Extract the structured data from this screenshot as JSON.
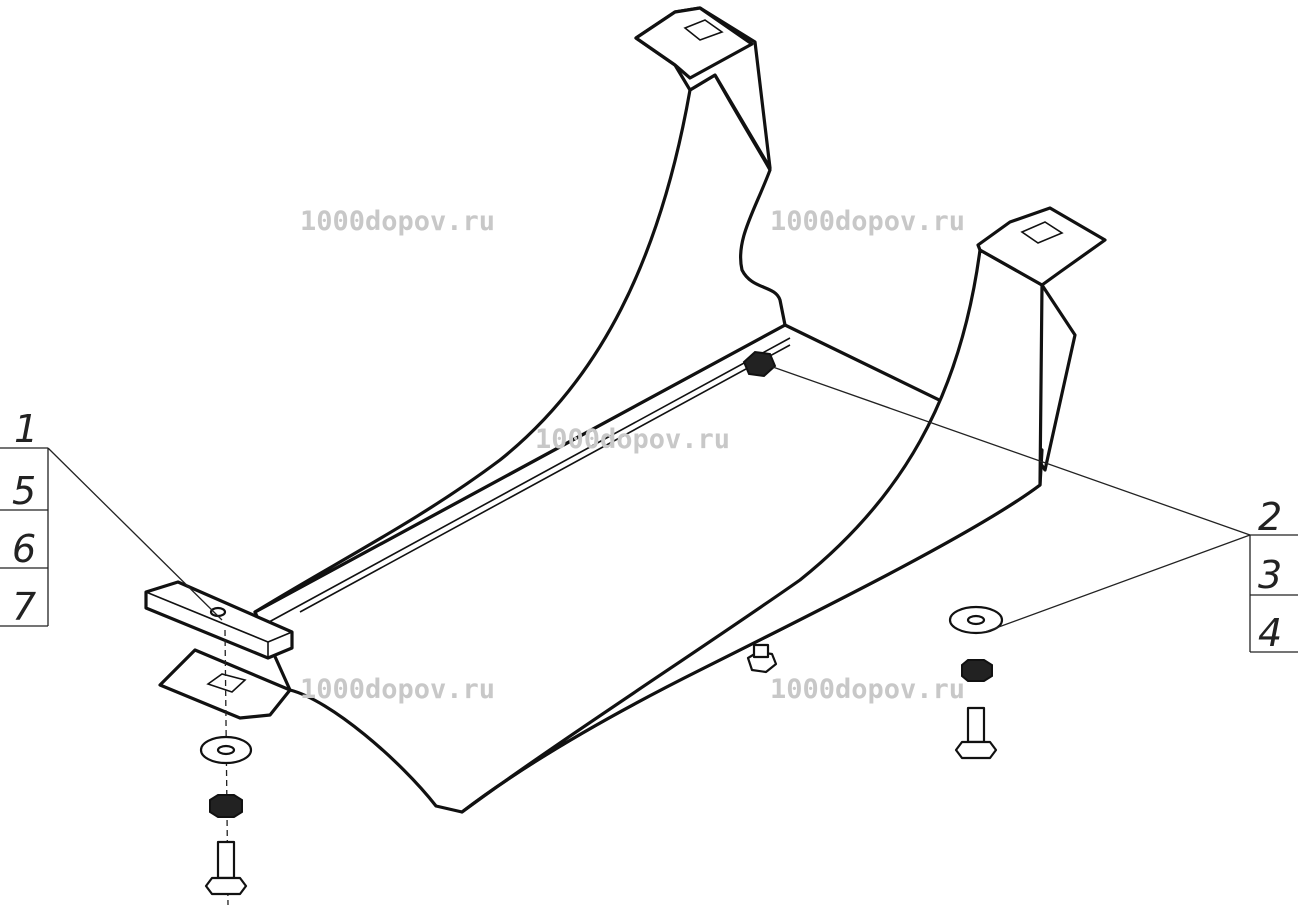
{
  "callouts": {
    "left": [
      "1",
      "5",
      "6",
      "7"
    ],
    "right": [
      "2",
      "3",
      "4"
    ]
  },
  "watermark": "1000dopov.ru",
  "colors": {
    "line": "#111111",
    "watermark": "#c8c8c8",
    "background": "#ffffff"
  }
}
